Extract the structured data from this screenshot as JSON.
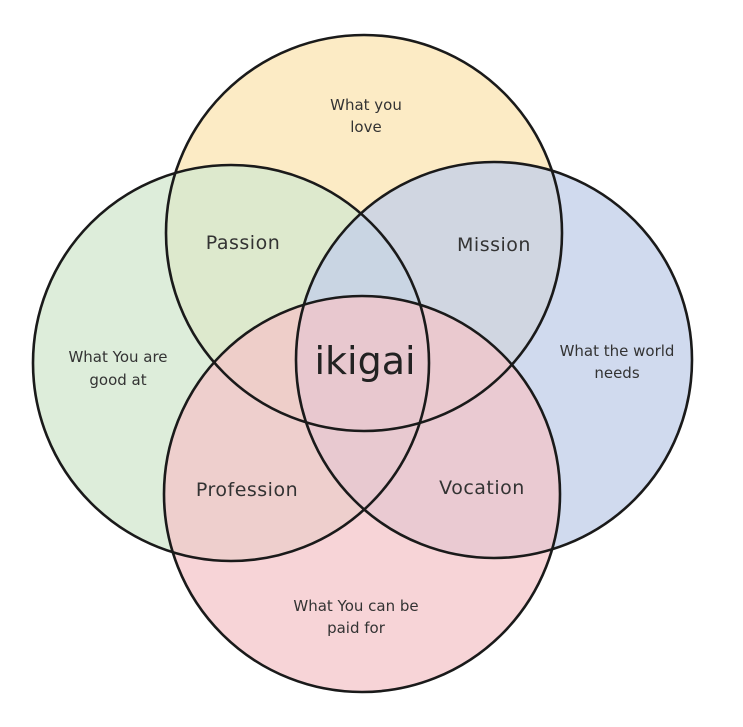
{
  "diagram": {
    "circles": {
      "love": {
        "label_line1": "What you",
        "label_line2": "love",
        "color": "#fbe5b5"
      },
      "good": {
        "label_line1": "What You are",
        "label_line2": "good at",
        "color": "#d3e8d0"
      },
      "world": {
        "label_line1": "What the world",
        "label_line2": "needs",
        "color": "#c3cfe9"
      },
      "paid": {
        "label_line1": "What You can be",
        "label_line2": "paid for",
        "color": "#f4c4c7"
      }
    },
    "overlaps": {
      "passion": "Passion",
      "mission": "Mission",
      "profession": "Profession",
      "vocation": "Vocation"
    },
    "center": "ikigai",
    "stroke_color": "#1a1a1a"
  }
}
